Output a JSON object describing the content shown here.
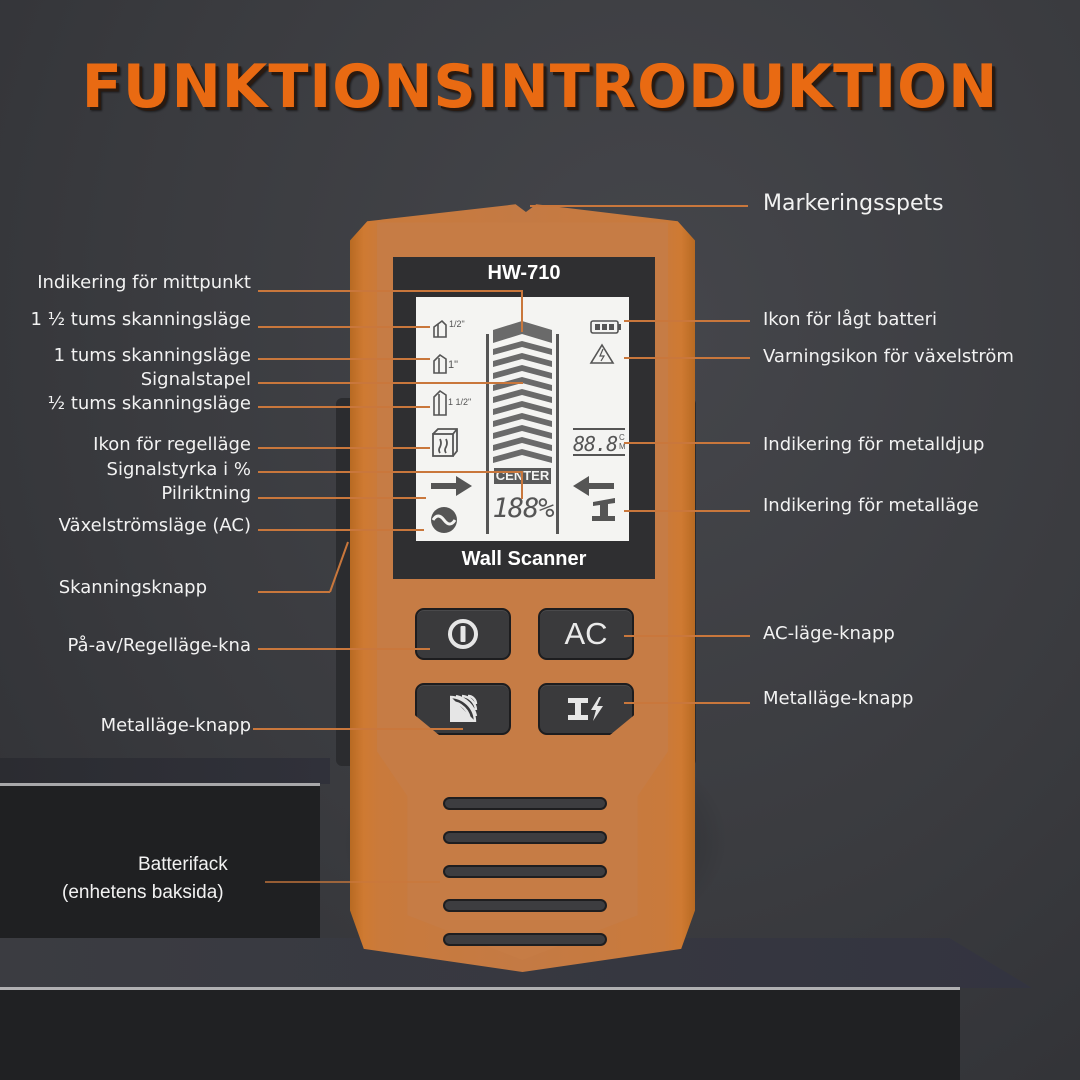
{
  "title": "FUNKTIONSINTRODUKTION",
  "device": {
    "model": "HW-710",
    "name": "Wall Scanner",
    "lcd": {
      "center_label": "CENTER",
      "signal_percent": "188%",
      "depth_digits": "88.8",
      "depth_unit_top": "C",
      "depth_unit_bottom": "M",
      "mode_half_inch": "1/2\"",
      "mode_one_inch": "1\"",
      "mode_one_half_inch": "1 1/2\""
    },
    "buttons": {
      "power_icon": "power-icon",
      "ac_label": "AC",
      "scan_icon": "scan-waves-icon",
      "metal_icon": "metal-beam-bolt-icon"
    }
  },
  "labels": {
    "left": [
      "Indikering för mittpunkt",
      "1 ½ tums skanningsläge",
      "1 tums skanningsläge",
      "Signalstapel",
      "½ tums skanningsläge",
      "Ikon för regelläge",
      "Signalstyrka i %",
      "Pilriktning",
      "Växelströmsläge (AC)",
      "Skanningsknapp",
      "På-av/Regelläge-kna",
      "Metalläge-knapp"
    ],
    "battery_line1": "Batterifack",
    "battery_line2": "(enhetens baksida)",
    "right": [
      "Markeringsspets",
      "Ikon för lågt batteri",
      "Varningsikon för växelström",
      "Indikering för metalldjup",
      "Indikering för metalläge",
      "AC-läge-knapp",
      "Metalläge-knapp"
    ]
  },
  "colors": {
    "accent_orange": "#e96a12",
    "device_orange": "#c67c45",
    "leader_line": "#c9773c",
    "background": "#3a3b3f"
  }
}
